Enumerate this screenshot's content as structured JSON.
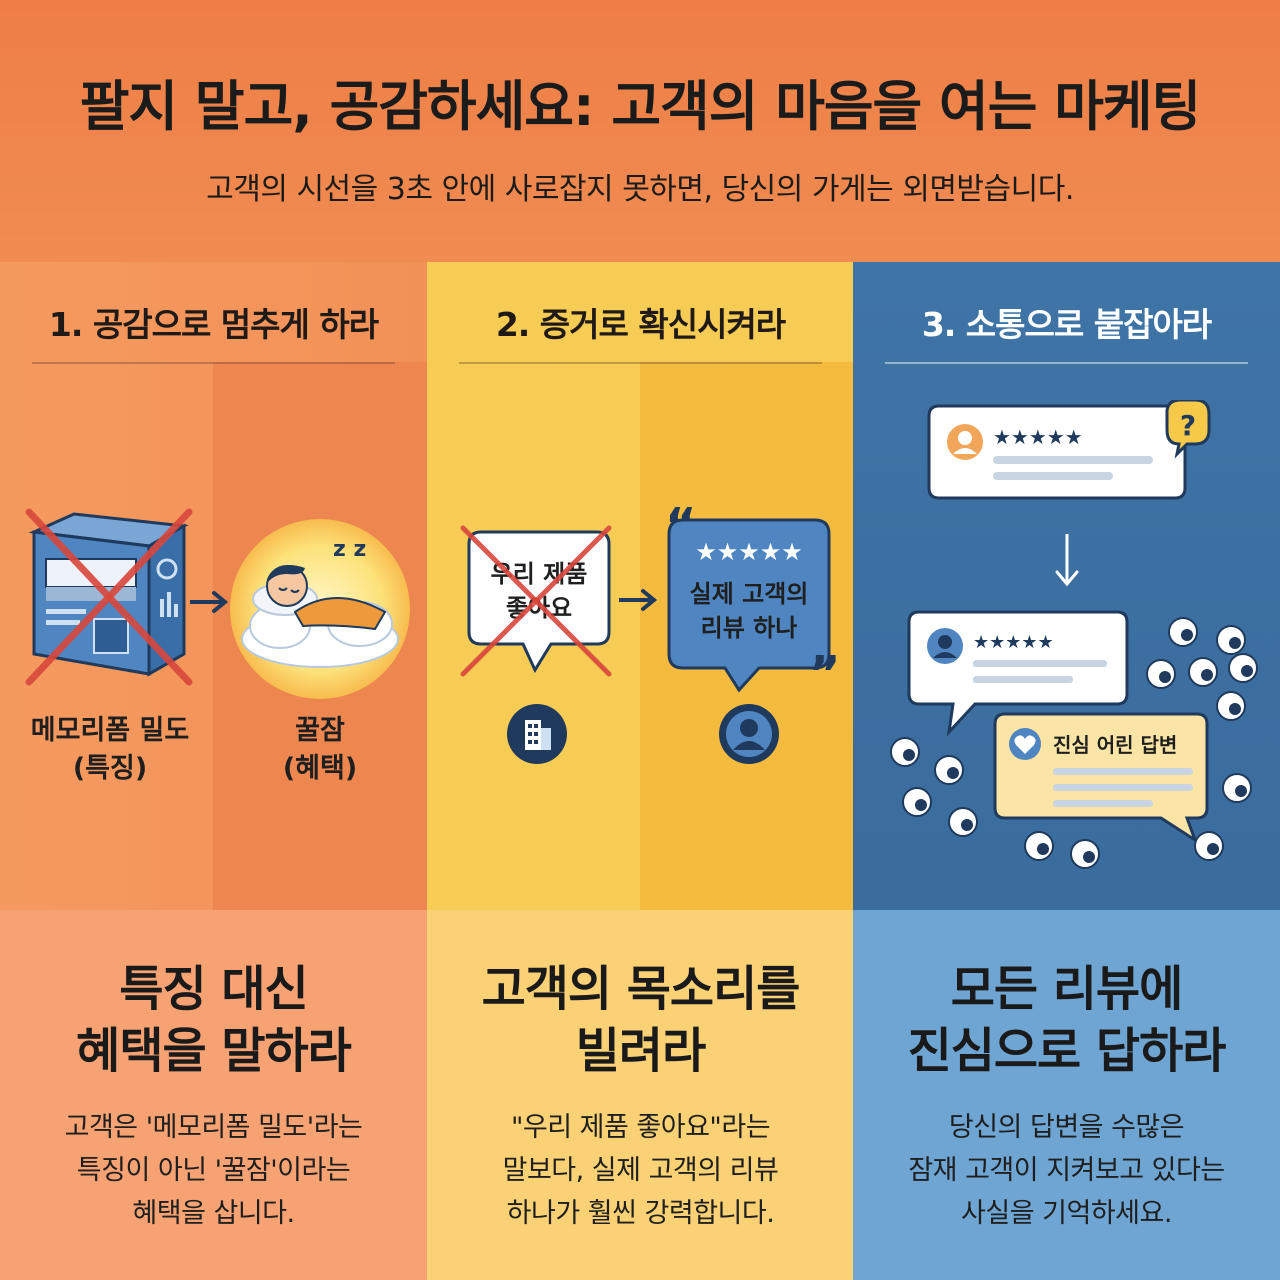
{
  "header": {
    "title": "팔지 말고, 공감하세요: 고객의 마음을 여는 마케팅",
    "subtitle": "고객의 시선을 3초 안에 사로잡지 못하면, 당신의 가게는 외면받습니다."
  },
  "columns": [
    {
      "title": "1. 공감으로 멈추게 하라",
      "left_label_1": "메모리폼 밀도",
      "left_label_2": "(특징)",
      "right_label_1": "꿀잠",
      "right_label_2": "(혜택)",
      "sleep_text": "z z"
    },
    {
      "title": "2. 증거로 확신시켜라",
      "bubble_left_1": "우리 제품",
      "bubble_left_2": "좋아요",
      "bubble_right_1": "실제 고객의",
      "bubble_right_2": "리뷰 하나",
      "stars": "★★★★★"
    },
    {
      "title": "3. 소통으로 붙잡아라",
      "stars": "★★★★★",
      "reply_label": "진심 어린 답변",
      "question_mark": "?"
    }
  ],
  "bottom": [
    {
      "heading_1": "특징 대신",
      "heading_2": "혜택을 말하라",
      "body_1": "고객은 '메모리폼 밀도'라는",
      "body_2": "특징이 아닌 '꿀잠'이라는",
      "body_3": "혜택을 삽니다."
    },
    {
      "heading_1": "고객의 목소리를",
      "heading_2": "빌려라",
      "body_1": "\"우리 제품 좋아요\"라는",
      "body_2": "말보다, 실제 고객의 리뷰",
      "body_3": "하나가 훨씬 강력합니다."
    },
    {
      "heading_1": "모든 리뷰에",
      "heading_2": "진심으로 답하라",
      "body_1": "당신의 답변을 수많은",
      "body_2": "잠재 고객이 지켜보고 있다는",
      "body_3": "사실을 기억하세요."
    }
  ],
  "colors": {
    "header": "#ee7e45",
    "col1": "#f29157",
    "col2": "#f7cc55",
    "col3": "#3f74a6",
    "cross": "#d9473c",
    "navy": "#1f3a5c"
  },
  "icons": [
    "mattress-box-icon",
    "sleeping-person-icon",
    "building-icon",
    "user-icon",
    "star-icon",
    "heart-icon",
    "eye-icon",
    "arrow-icon",
    "question-icon",
    "quote-icon"
  ]
}
